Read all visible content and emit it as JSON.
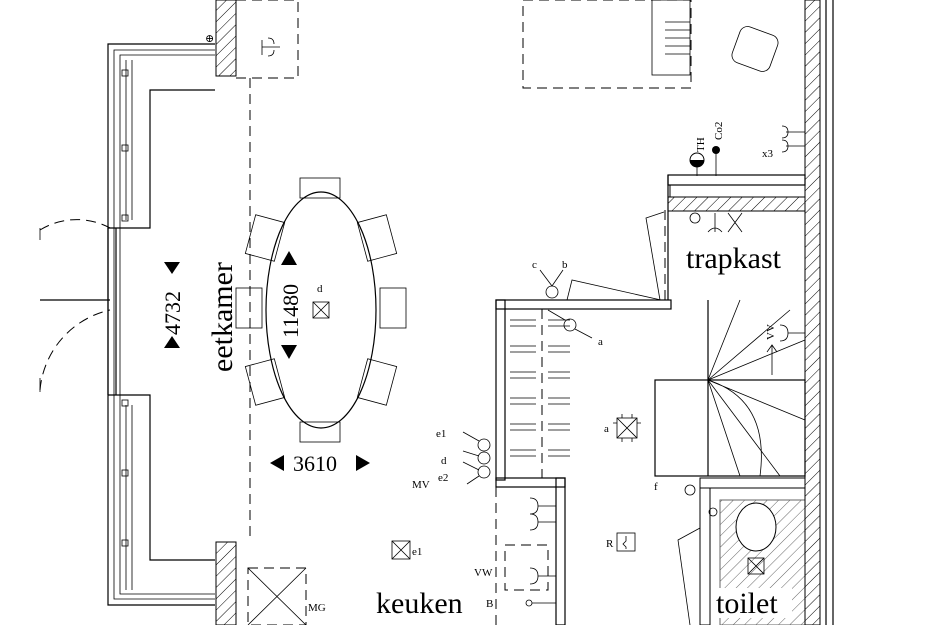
{
  "rooms": {
    "dining": "eetkamer",
    "kitchen": "keuken",
    "closet": "trapkast",
    "toilet": "toilet"
  },
  "dimensions": {
    "dining_width": "4732",
    "table_length": "11480",
    "table_width": "3610"
  },
  "symbol_labels": {
    "table_light": "d",
    "ceiling_a": "a",
    "switch_a": "a",
    "switch_b": "b",
    "switch_c": "c",
    "switch_e1": "e1",
    "switch_d": "d",
    "switch_e2": "e2",
    "ventilation": "MV",
    "kitchen_light": "e1",
    "dishwasher": "VW",
    "b_outlet": "B",
    "smoke_detector": "R",
    "switch_f": "f",
    "thermostat": "TH",
    "co2_sensor": "Co2",
    "triple_outlet": "x3",
    "meter": "MG"
  },
  "colors": {
    "line": "#000000",
    "background": "#ffffff"
  }
}
